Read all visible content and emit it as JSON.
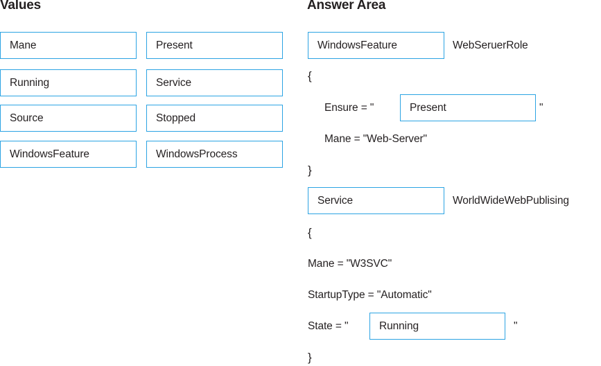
{
  "values_panel": {
    "title": "Values",
    "columns": [
      {
        "items": [
          "Mane",
          "Running",
          "Source",
          "WindowsFeature"
        ]
      },
      {
        "items": [
          "Present",
          "Service",
          "Stopped",
          "WindowsProcess"
        ]
      }
    ]
  },
  "answer_area": {
    "title": "Answer Area",
    "blocks": [
      {
        "resource_box": "WindowsFeature",
        "resource_name": "WebSeruerRole",
        "open_brace": "{",
        "close_brace": "}",
        "properties": [
          {
            "label": "Ensure = \"",
            "drop_value": "Present",
            "close_quote": "\""
          },
          {
            "static_line": "Mane = \"Web-Server\""
          }
        ]
      },
      {
        "resource_box": "Service",
        "resource_name": "WorldWideWebPublising",
        "open_brace": "{",
        "close_brace": "}",
        "properties": [
          {
            "static_line": "Mane = \"W3SVC\""
          },
          {
            "static_line": "StartupType = \"Automatic\""
          },
          {
            "label": "State = \"",
            "drop_value": "Running",
            "close_quote": "\""
          }
        ]
      }
    ]
  },
  "colors": {
    "box_border": "#2ba3e3",
    "text": "#231f20",
    "background": "#ffffff"
  }
}
